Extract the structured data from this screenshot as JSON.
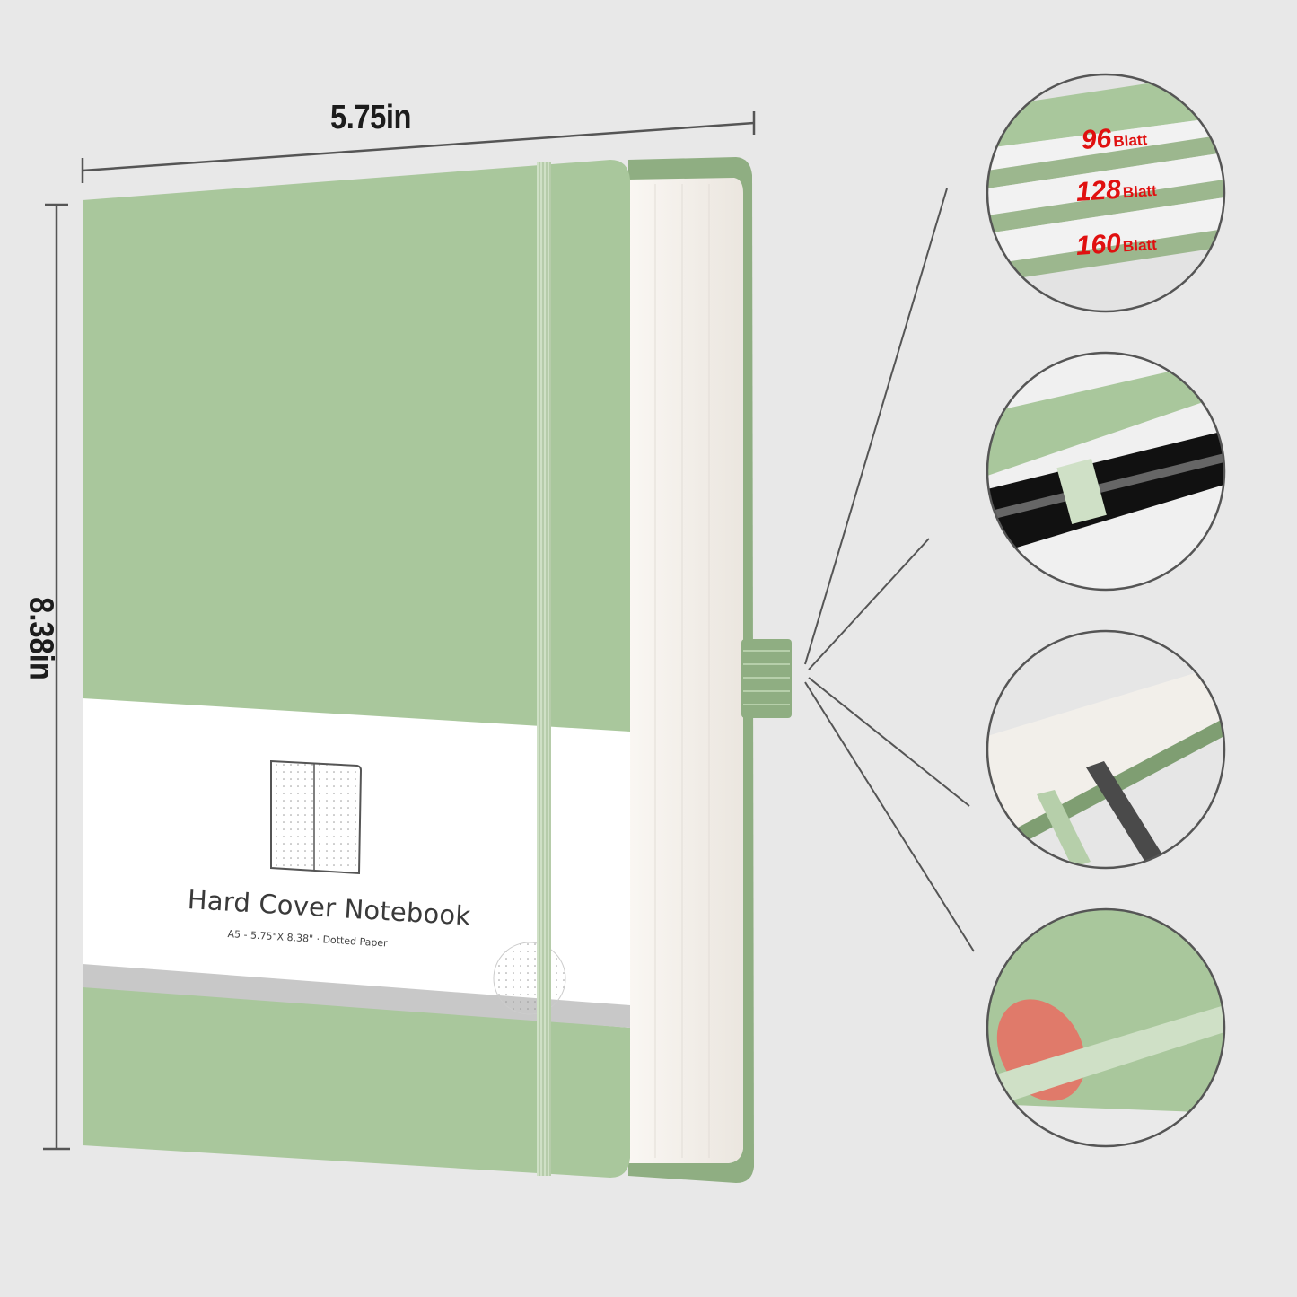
{
  "dimensions": {
    "width_label": "5.75in",
    "height_label": "8.38in"
  },
  "cover": {
    "color": "#a9c79c",
    "band_title": "Hard Cover Notebook",
    "band_subtitle": "A5 - 5.75\"X 8.38\"  ·  Dotted Paper"
  },
  "details": {
    "page_counts": [
      {
        "number": "96",
        "unit": "Blatt"
      },
      {
        "number": "128",
        "unit": "Blatt"
      },
      {
        "number": "160",
        "unit": "Blatt"
      }
    ],
    "callouts": [
      {
        "name": "page-count-options"
      },
      {
        "name": "pen-loop"
      },
      {
        "name": "ribbon-bookmarks"
      },
      {
        "name": "elastic-closure"
      }
    ]
  },
  "colors": {
    "background": "#e8e8e8",
    "cover_green": "#a9c79c",
    "cover_dark": "#7f9e72",
    "pages": "#f3efea",
    "label_red": "#e01010"
  }
}
